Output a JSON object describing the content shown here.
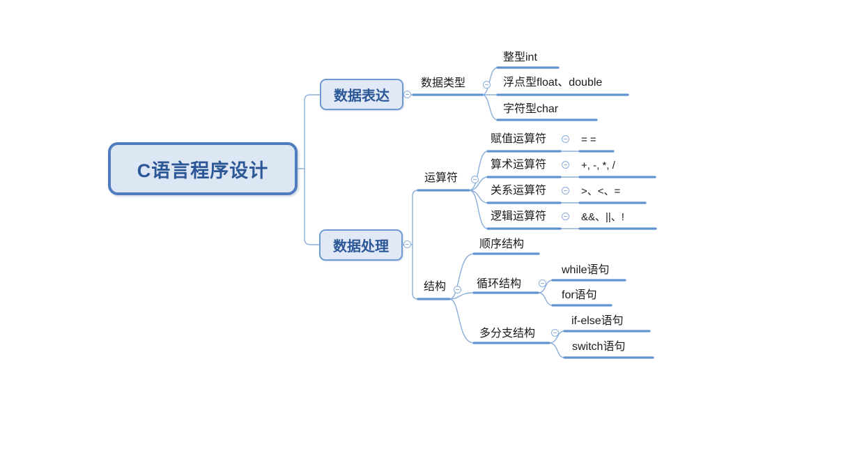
{
  "colors": {
    "background": "#ffffff",
    "root_node_border": "#4f7cbe",
    "node_fill": "#dde6f3",
    "node_text": "#2b5797",
    "branch_node_border": "#6d9ad0",
    "underline": "#6193cf",
    "connector": "#8aadda",
    "topic_text": "#1a1a1a"
  },
  "icons": {
    "collapse_glyph": "minus-in-circle"
  },
  "mindmap": {
    "root": {
      "label": "C语言程序设计"
    },
    "data_expression": {
      "label": "数据表达",
      "data_type": {
        "label": "数据类型",
        "items": [
          {
            "label": "整型int"
          },
          {
            "label": "浮点型float、double"
          },
          {
            "label": "字符型char"
          }
        ]
      }
    },
    "data_processing": {
      "label": "数据处理",
      "operators": {
        "label": "运算符",
        "rows": [
          {
            "label": "赋值运算符",
            "value": "= ="
          },
          {
            "label": "算术运算符",
            "value": "+, -, *, /"
          },
          {
            "label": "关系运算符",
            "value": ">、<、="
          },
          {
            "label": "逻辑运算符",
            "value": "&&、||、!"
          }
        ]
      },
      "structure": {
        "label": "结构",
        "sequence": {
          "label": "顺序结构"
        },
        "loop": {
          "label": "循环结构",
          "items": [
            {
              "label": "while语句"
            },
            {
              "label": "for语句"
            }
          ]
        },
        "multi_branch": {
          "label": "多分支结构",
          "items": [
            {
              "label": "if-else语句"
            },
            {
              "label": "switch语句"
            }
          ]
        }
      }
    }
  }
}
